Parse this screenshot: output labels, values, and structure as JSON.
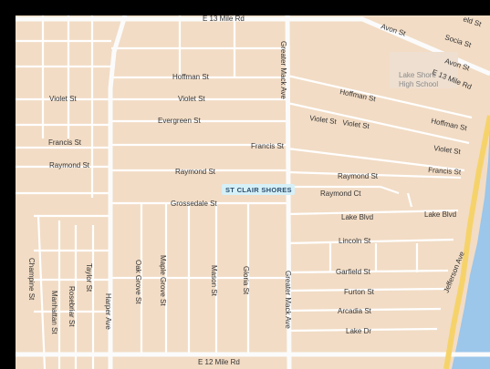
{
  "map": {
    "colors": {
      "land": "#f2dcc5",
      "water": "#9cc6ea",
      "road_minor": "#ffffff",
      "road_arterial": "#fbfbfb",
      "highway": "#f6d36a",
      "text": "#333333",
      "city_label_bg": "#d6f0f8",
      "city_label_text": "#2c4f6e"
    },
    "city_label": "ST CLAIR SHORES",
    "school_label_line1": "Lake Shore",
    "school_label_line2": "High School",
    "streets_h": {
      "e13mile": "E 13 Mile Rd",
      "e12mile": "E 12 Mile Rd",
      "hoffman_w": "Hoffman St",
      "hoffman_e1": "Hoffman St",
      "hoffman_e2": "Hoffman St",
      "violet_w": "Violet St",
      "violet_c": "Violet St",
      "violet_e1": "Violet St",
      "violet_e2": "Violet St",
      "violet_e3": "Violet St",
      "evergreen": "Evergreen St",
      "francis_w": "Francis St",
      "francis_c": "Francis St",
      "francis_e": "Francis St",
      "raymond_w": "Raymond St",
      "raymond_c": "Raymond St",
      "raymond_e": "Raymond St",
      "raymond_ct": "Raymond Ct",
      "grossedale": "Grossedale St",
      "lake_blvd_1": "Lake Blvd",
      "lake_blvd_2": "Lake Blvd",
      "lincoln": "Lincoln St",
      "garfield": "Garfield St",
      "furton": "Furton St",
      "arcadia": "Arcadia St",
      "lake_dr": "Lake Dr",
      "avon_1": "Avon St",
      "avon_2": "Avon St",
      "socia": "Socia St",
      "e13mile_ne": "E 13 Mile Rd",
      "field": "eld St"
    },
    "streets_v": {
      "greater_mack_n": "Greater Mack Ave",
      "greater_mack_s": "Greater Mack Ave",
      "harper": "Harper Ave",
      "jefferson": "Jefferson Ave",
      "champine": "Champine St",
      "manhattan": "Manhattan St",
      "rosebriar": "Rosebriar St",
      "taylor": "Taylor St",
      "oak_grove": "Oak Grove St",
      "maple_grove": "Maple Grove St",
      "mason": "Mason St",
      "gloria": "Gloria St"
    }
  }
}
